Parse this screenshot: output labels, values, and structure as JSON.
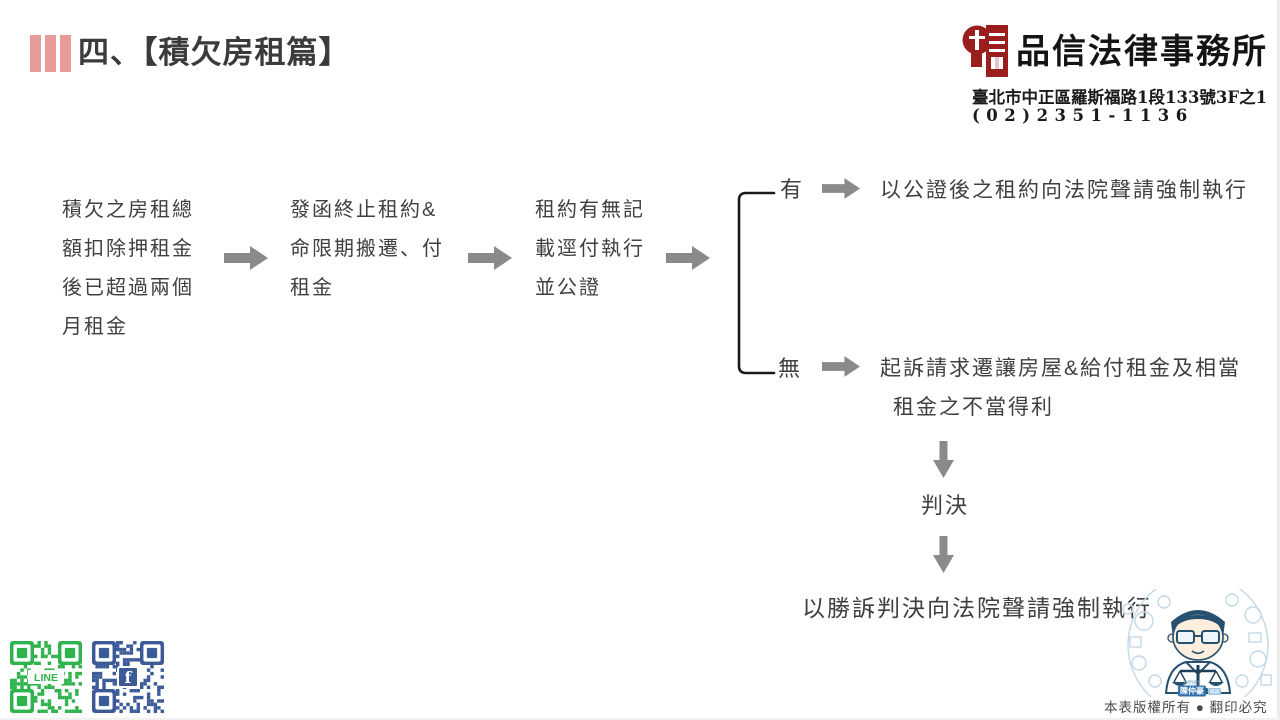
{
  "title": {
    "text": "四、【積欠房租篇】"
  },
  "logo": {
    "firm_name": "品信法律事務所",
    "address": "臺北市中正區羅斯福路1段133號3F之1",
    "phone": "(02)2351-1136"
  },
  "flow": {
    "step1": {
      "lines": [
        "積欠之房租總",
        "額扣除押租金",
        "後已超過兩個",
        "月租金"
      ]
    },
    "step2": {
      "lines": [
        "發函終止租約&",
        "命限期搬遷、付",
        "租金"
      ]
    },
    "step3": {
      "lines": [
        "租約有無記",
        "載逕付執行",
        "並公證"
      ]
    },
    "branch_yes": {
      "label": "有",
      "result": "以公證後之租約向法院聲請強制執行"
    },
    "branch_no": {
      "label": "無",
      "result_lines": [
        "起訴請求遷讓房屋&給付租金及相當",
        "租金之不當得利"
      ]
    },
    "judgment": "判決",
    "final": "以勝訴判決向法院聲請強制執行"
  },
  "footer": {
    "copyright": "本表版權所有 ● 翻印必究",
    "qr_line_label": "LINE",
    "qr_fb_label": "f",
    "avatar_degree": "法學碩士",
    "avatar_name": "陳仲豪",
    "avatar_title": "律師"
  },
  "colors": {
    "accent_red": "#e89b9b",
    "seal_red": "#9b1e1e",
    "arrow_gray": "#8a8a8a",
    "bracket_black": "#1a1a1a",
    "text_dark": "#404040",
    "line_green": "#2fb34d",
    "fb_blue": "#3d5a98",
    "avatar_navy": "#27506e",
    "avatar_blue": "#2f6fae"
  }
}
